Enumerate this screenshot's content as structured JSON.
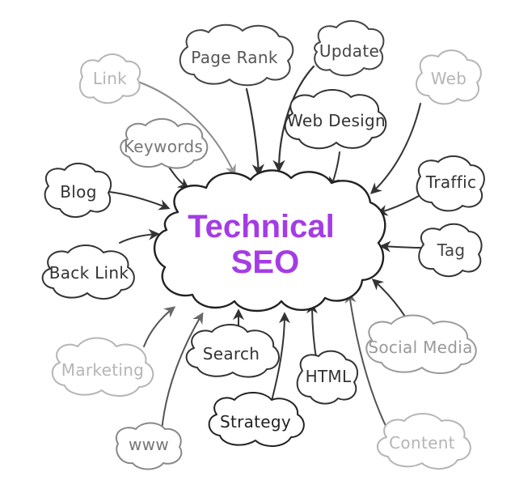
{
  "center": {
    "lines": [
      "Technical",
      "SEO"
    ],
    "color": "#a43ce6"
  },
  "nodes": [
    {
      "id": "link",
      "label": "Link",
      "tone": "#b5b5b5"
    },
    {
      "id": "page-rank",
      "label": "Page Rank",
      "tone": "#555555"
    },
    {
      "id": "update",
      "label": "Update",
      "tone": "#444444"
    },
    {
      "id": "web",
      "label": "Web",
      "tone": "#b5b5b5"
    },
    {
      "id": "keywords",
      "label": "Keywords",
      "tone": "#777777"
    },
    {
      "id": "web-design",
      "label": "Web Design",
      "tone": "#333333"
    },
    {
      "id": "blog",
      "label": "Blog",
      "tone": "#333333"
    },
    {
      "id": "traffic",
      "label": "Traffic",
      "tone": "#333333"
    },
    {
      "id": "back-link",
      "label": "Back Link",
      "tone": "#333333"
    },
    {
      "id": "tag",
      "label": "Tag",
      "tone": "#444444"
    },
    {
      "id": "marketing",
      "label": "Marketing",
      "tone": "#b5b5b5"
    },
    {
      "id": "search",
      "label": "Search",
      "tone": "#333333"
    },
    {
      "id": "html",
      "label": "HTML",
      "tone": "#333333"
    },
    {
      "id": "social-media",
      "label": "Social Media",
      "tone": "#9a9a9a"
    },
    {
      "id": "strategy",
      "label": "Strategy",
      "tone": "#222222"
    },
    {
      "id": "www",
      "label": "www",
      "tone": "#777777"
    },
    {
      "id": "content",
      "label": "Content",
      "tone": "#b5b5b5"
    }
  ]
}
